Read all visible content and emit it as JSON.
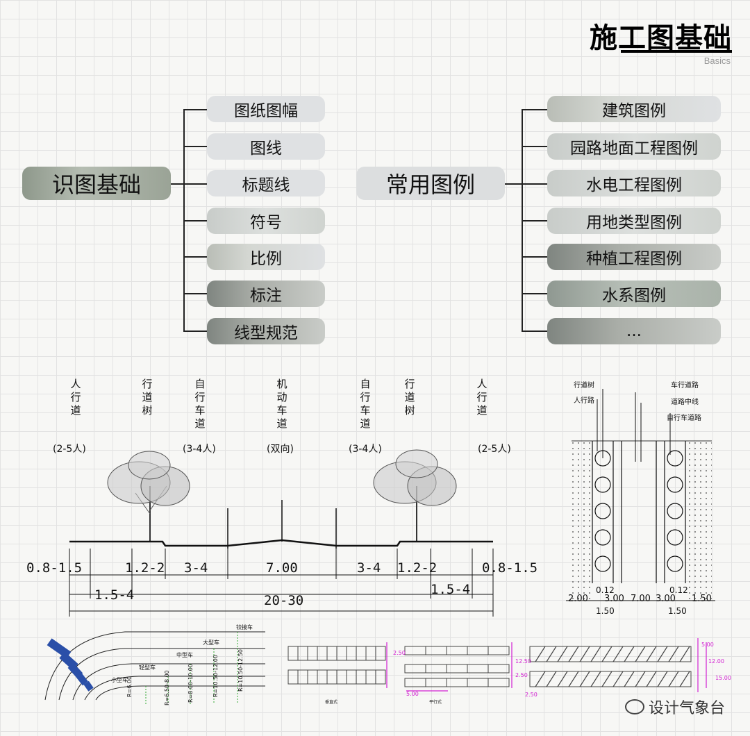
{
  "header": {
    "title": "施工图基础",
    "subtitle": "Basics"
  },
  "mindmap": {
    "left": {
      "root": "识图基础",
      "items": [
        "图纸图幅",
        "图线",
        "标题线",
        "符号",
        "比例",
        "标注",
        "线型规范"
      ]
    },
    "right": {
      "root": "常用图例",
      "items": [
        "建筑图例",
        "园路地面工程图例",
        "水电工程图例",
        "用地类型图例",
        "种植工程图例",
        "水系图例",
        "..."
      ]
    }
  },
  "section": {
    "columns": [
      {
        "label": "人行道",
        "note": "(2-5人)"
      },
      {
        "label": "行道树",
        "note": ""
      },
      {
        "label": "自行车道",
        "note": "(3-4人)"
      },
      {
        "label": "机动车道",
        "note": "(双向)"
      },
      {
        "label": "自行车道",
        "note": "(3-4人)"
      },
      {
        "label": "行道树",
        "note": ""
      },
      {
        "label": "人行道",
        "note": "(2-5人)"
      }
    ],
    "dims_top": [
      "0.8-1.5",
      "1.2-2",
      "3-4",
      "7.00",
      "3-4",
      "1.2-2",
      "0.8-1.5"
    ],
    "dims_mid_left": "1.5-4",
    "dims_mid_right": "1.5-4",
    "dims_total": "20-30"
  },
  "plan": {
    "labels": [
      "行道树",
      "人行路",
      "车行道路",
      "道路中线",
      "自行车道路"
    ],
    "dims_bottom": [
      "2.00",
      "0.12",
      "3.00",
      "7.00",
      "3.00",
      "0.12",
      "1.50"
    ],
    "dims_sub": [
      "1.50",
      "1.50"
    ]
  },
  "turning": {
    "labels": [
      "铰接车",
      "大型车",
      "中型车",
      "轻型车",
      "小型车"
    ],
    "radii": [
      "R=6.00",
      "R=6.50-8.00",
      "R=8.00-10.00",
      "R=10.50-12.00",
      "R=10.50-12.50"
    ]
  },
  "parking": {
    "captions": [
      "垂直式",
      "平行式"
    ],
    "dims": [
      "5.00",
      "2.50",
      "12.50",
      "2.50",
      "5.00",
      "12.00",
      "15.00",
      "2.50"
    ]
  },
  "watermark": "设计气象台",
  "colors": {
    "pill": "#dfe1e3",
    "line": "#222222",
    "accent_magenta": "#d21fd2",
    "vehicle_blue": "#2a4fa8"
  }
}
